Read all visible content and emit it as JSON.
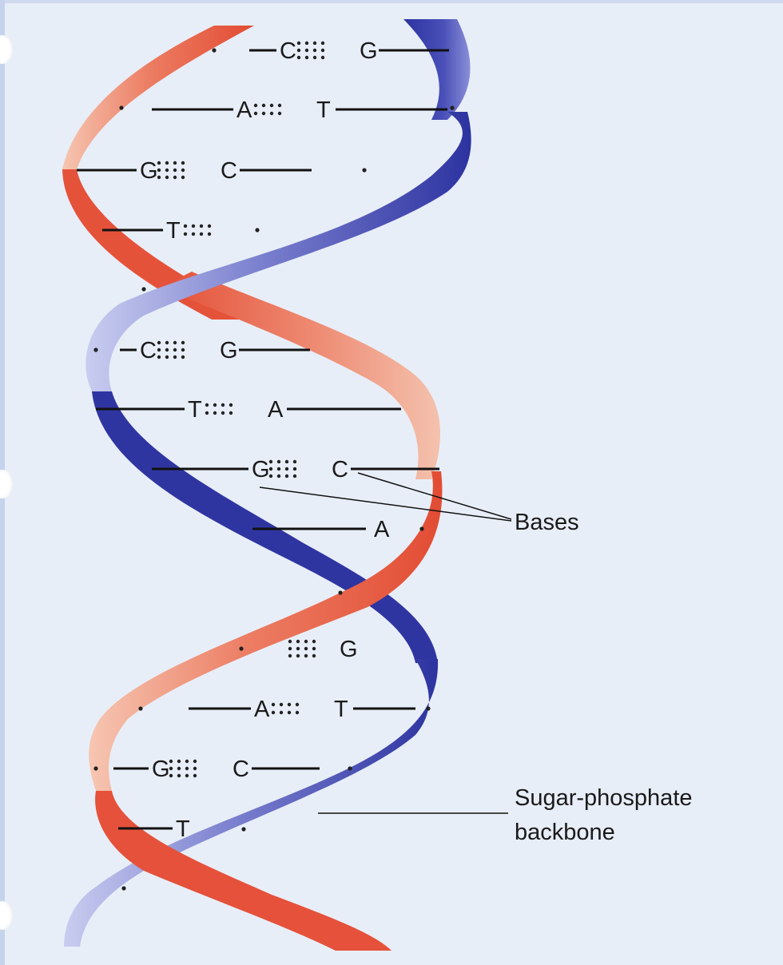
{
  "labels": {
    "bases": "Bases",
    "backbone_line1": "Sugar-phosphate",
    "backbone_line2": "backbone"
  },
  "base_pairs": [
    {
      "left": "C",
      "right": "G",
      "bonds": 3
    },
    {
      "left": "A",
      "right": "T",
      "bonds": 2
    },
    {
      "left": "G",
      "right": "C",
      "bonds": 3
    },
    {
      "left": "T",
      "right": "",
      "bonds": 2
    },
    {
      "left": "C",
      "right": "G",
      "bonds": 3
    },
    {
      "left": "T",
      "right": "A",
      "bonds": 2
    },
    {
      "left": "G",
      "right": "C",
      "bonds": 3
    },
    {
      "left": "",
      "right": "A",
      "bonds": 0
    },
    {
      "left": "",
      "right": "G",
      "bonds": 3
    },
    {
      "left": "A",
      "right": "T",
      "bonds": 2
    },
    {
      "left": "G",
      "right": "C",
      "bonds": 3
    },
    {
      "left": "T",
      "right": "",
      "bonds": 0
    }
  ],
  "colors": {
    "strand_red": "#e8573f",
    "strand_red_light": "#f2b9a5",
    "strand_blue": "#2f36a2",
    "strand_blue_light": "#c3c8ee",
    "background": "#e8eef8"
  }
}
